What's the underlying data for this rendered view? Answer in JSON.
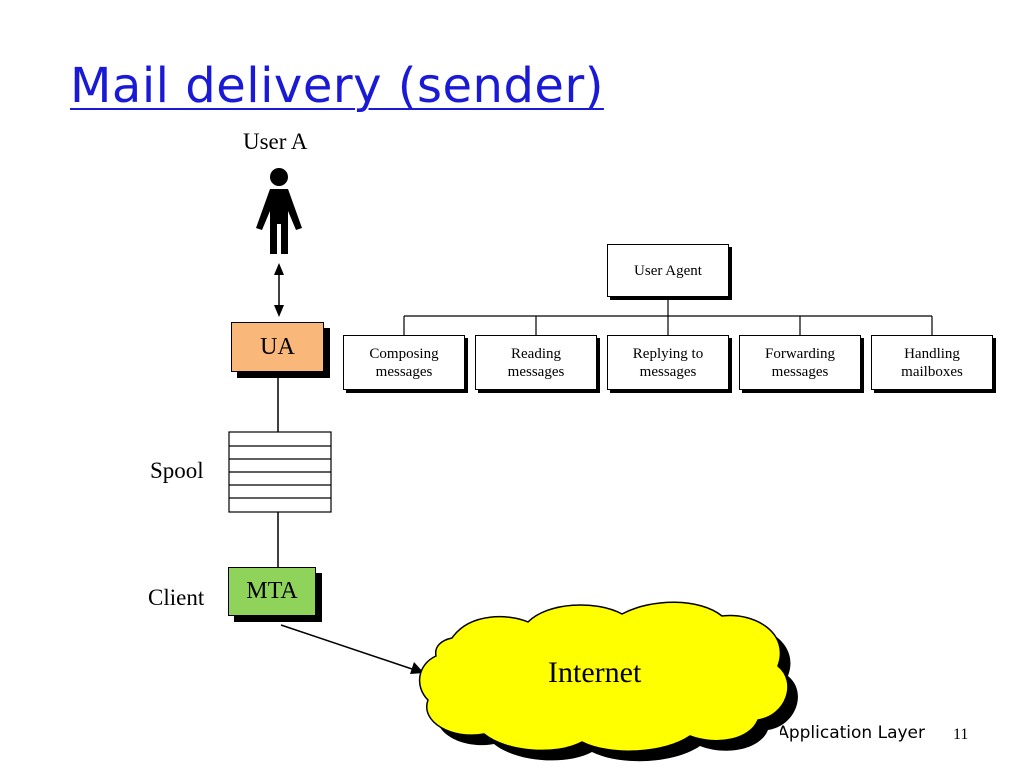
{
  "slide": {
    "title": "Mail delivery (sender)",
    "footer": "Application Layer",
    "page_number": "11"
  },
  "left_diagram": {
    "user_label": "User A",
    "ua_label": "UA",
    "spool_label": "Spool",
    "client_label": "Client",
    "mta_label": "MTA",
    "internet_label": "Internet"
  },
  "user_agent_tree": {
    "root": "User Agent",
    "children": [
      "Composing\nmessages",
      "Reading\nmessages",
      "Replying to\nmessages",
      "Forwarding\nmessages",
      "Handling\nmailboxes"
    ]
  },
  "colors": {
    "title": "#1a1ad6",
    "ua_fill": "#f9b77a",
    "mta_fill": "#8fd35a",
    "cloud_fill": "#ffff00"
  }
}
